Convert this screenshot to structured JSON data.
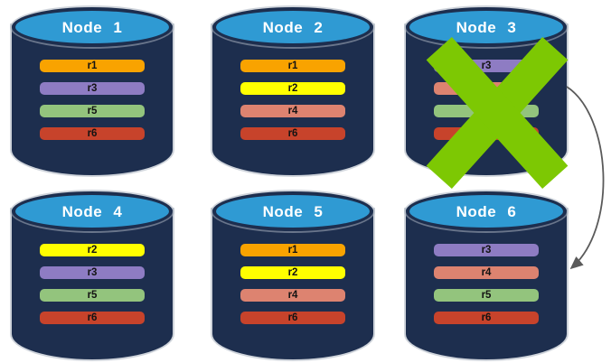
{
  "diagram": {
    "colors": {
      "cylinder_body": "#1D2E4E",
      "cylinder_top": "#2F9AD3",
      "node_label_text": "#FFFFFF",
      "replica_label_text": "#131313",
      "outline": "#A8B0BD"
    },
    "nodes": [
      {
        "id": "node-1",
        "label": "Node 1",
        "failed": false,
        "replicas": [
          {
            "label": "r1",
            "color": "#F9A300"
          },
          {
            "label": "r3",
            "color": "#8E7CC3"
          },
          {
            "label": "r5",
            "color": "#93C47D"
          },
          {
            "label": "r6",
            "color": "#C7432B"
          }
        ]
      },
      {
        "id": "node-2",
        "label": "Node 2",
        "failed": false,
        "replicas": [
          {
            "label": "r1",
            "color": "#F9A300"
          },
          {
            "label": "r2",
            "color": "#FFFF00"
          },
          {
            "label": "r4",
            "color": "#DD8370"
          },
          {
            "label": "r6",
            "color": "#C7432B"
          }
        ]
      },
      {
        "id": "node-3",
        "label": "Node 3",
        "failed": true,
        "replicas": [
          {
            "label": "r3",
            "color": "#8E7CC3"
          },
          {
            "label": "r4",
            "color": "#DD8370"
          },
          {
            "label": "r5",
            "color": "#93C47D"
          },
          {
            "label": "r6",
            "color": "#C7432B"
          }
        ]
      },
      {
        "id": "node-4",
        "label": "Node 4",
        "failed": false,
        "replicas": [
          {
            "label": "r2",
            "color": "#FFFF00"
          },
          {
            "label": "r3",
            "color": "#8E7CC3"
          },
          {
            "label": "r5",
            "color": "#93C47D"
          },
          {
            "label": "r6",
            "color": "#C7432B"
          }
        ]
      },
      {
        "id": "node-5",
        "label": "Node 5",
        "failed": false,
        "replicas": [
          {
            "label": "r1",
            "color": "#F9A300"
          },
          {
            "label": "r2",
            "color": "#FFFF00"
          },
          {
            "label": "r4",
            "color": "#DD8370"
          },
          {
            "label": "r6",
            "color": "#C7432B"
          }
        ]
      },
      {
        "id": "node-6",
        "label": "Node 6",
        "failed": false,
        "replicas": [
          {
            "label": "r3",
            "color": "#8E7CC3"
          },
          {
            "label": "r4",
            "color": "#DD8370"
          },
          {
            "label": "r5",
            "color": "#93C47D"
          },
          {
            "label": "r6",
            "color": "#C7432B"
          }
        ]
      }
    ],
    "failure_marker": {
      "on_node": "Node 3",
      "shape": "X",
      "color": "#7DC803"
    },
    "arrow": {
      "from": "Node 3",
      "to": "Node 6",
      "color": "#5A5A5A"
    }
  }
}
